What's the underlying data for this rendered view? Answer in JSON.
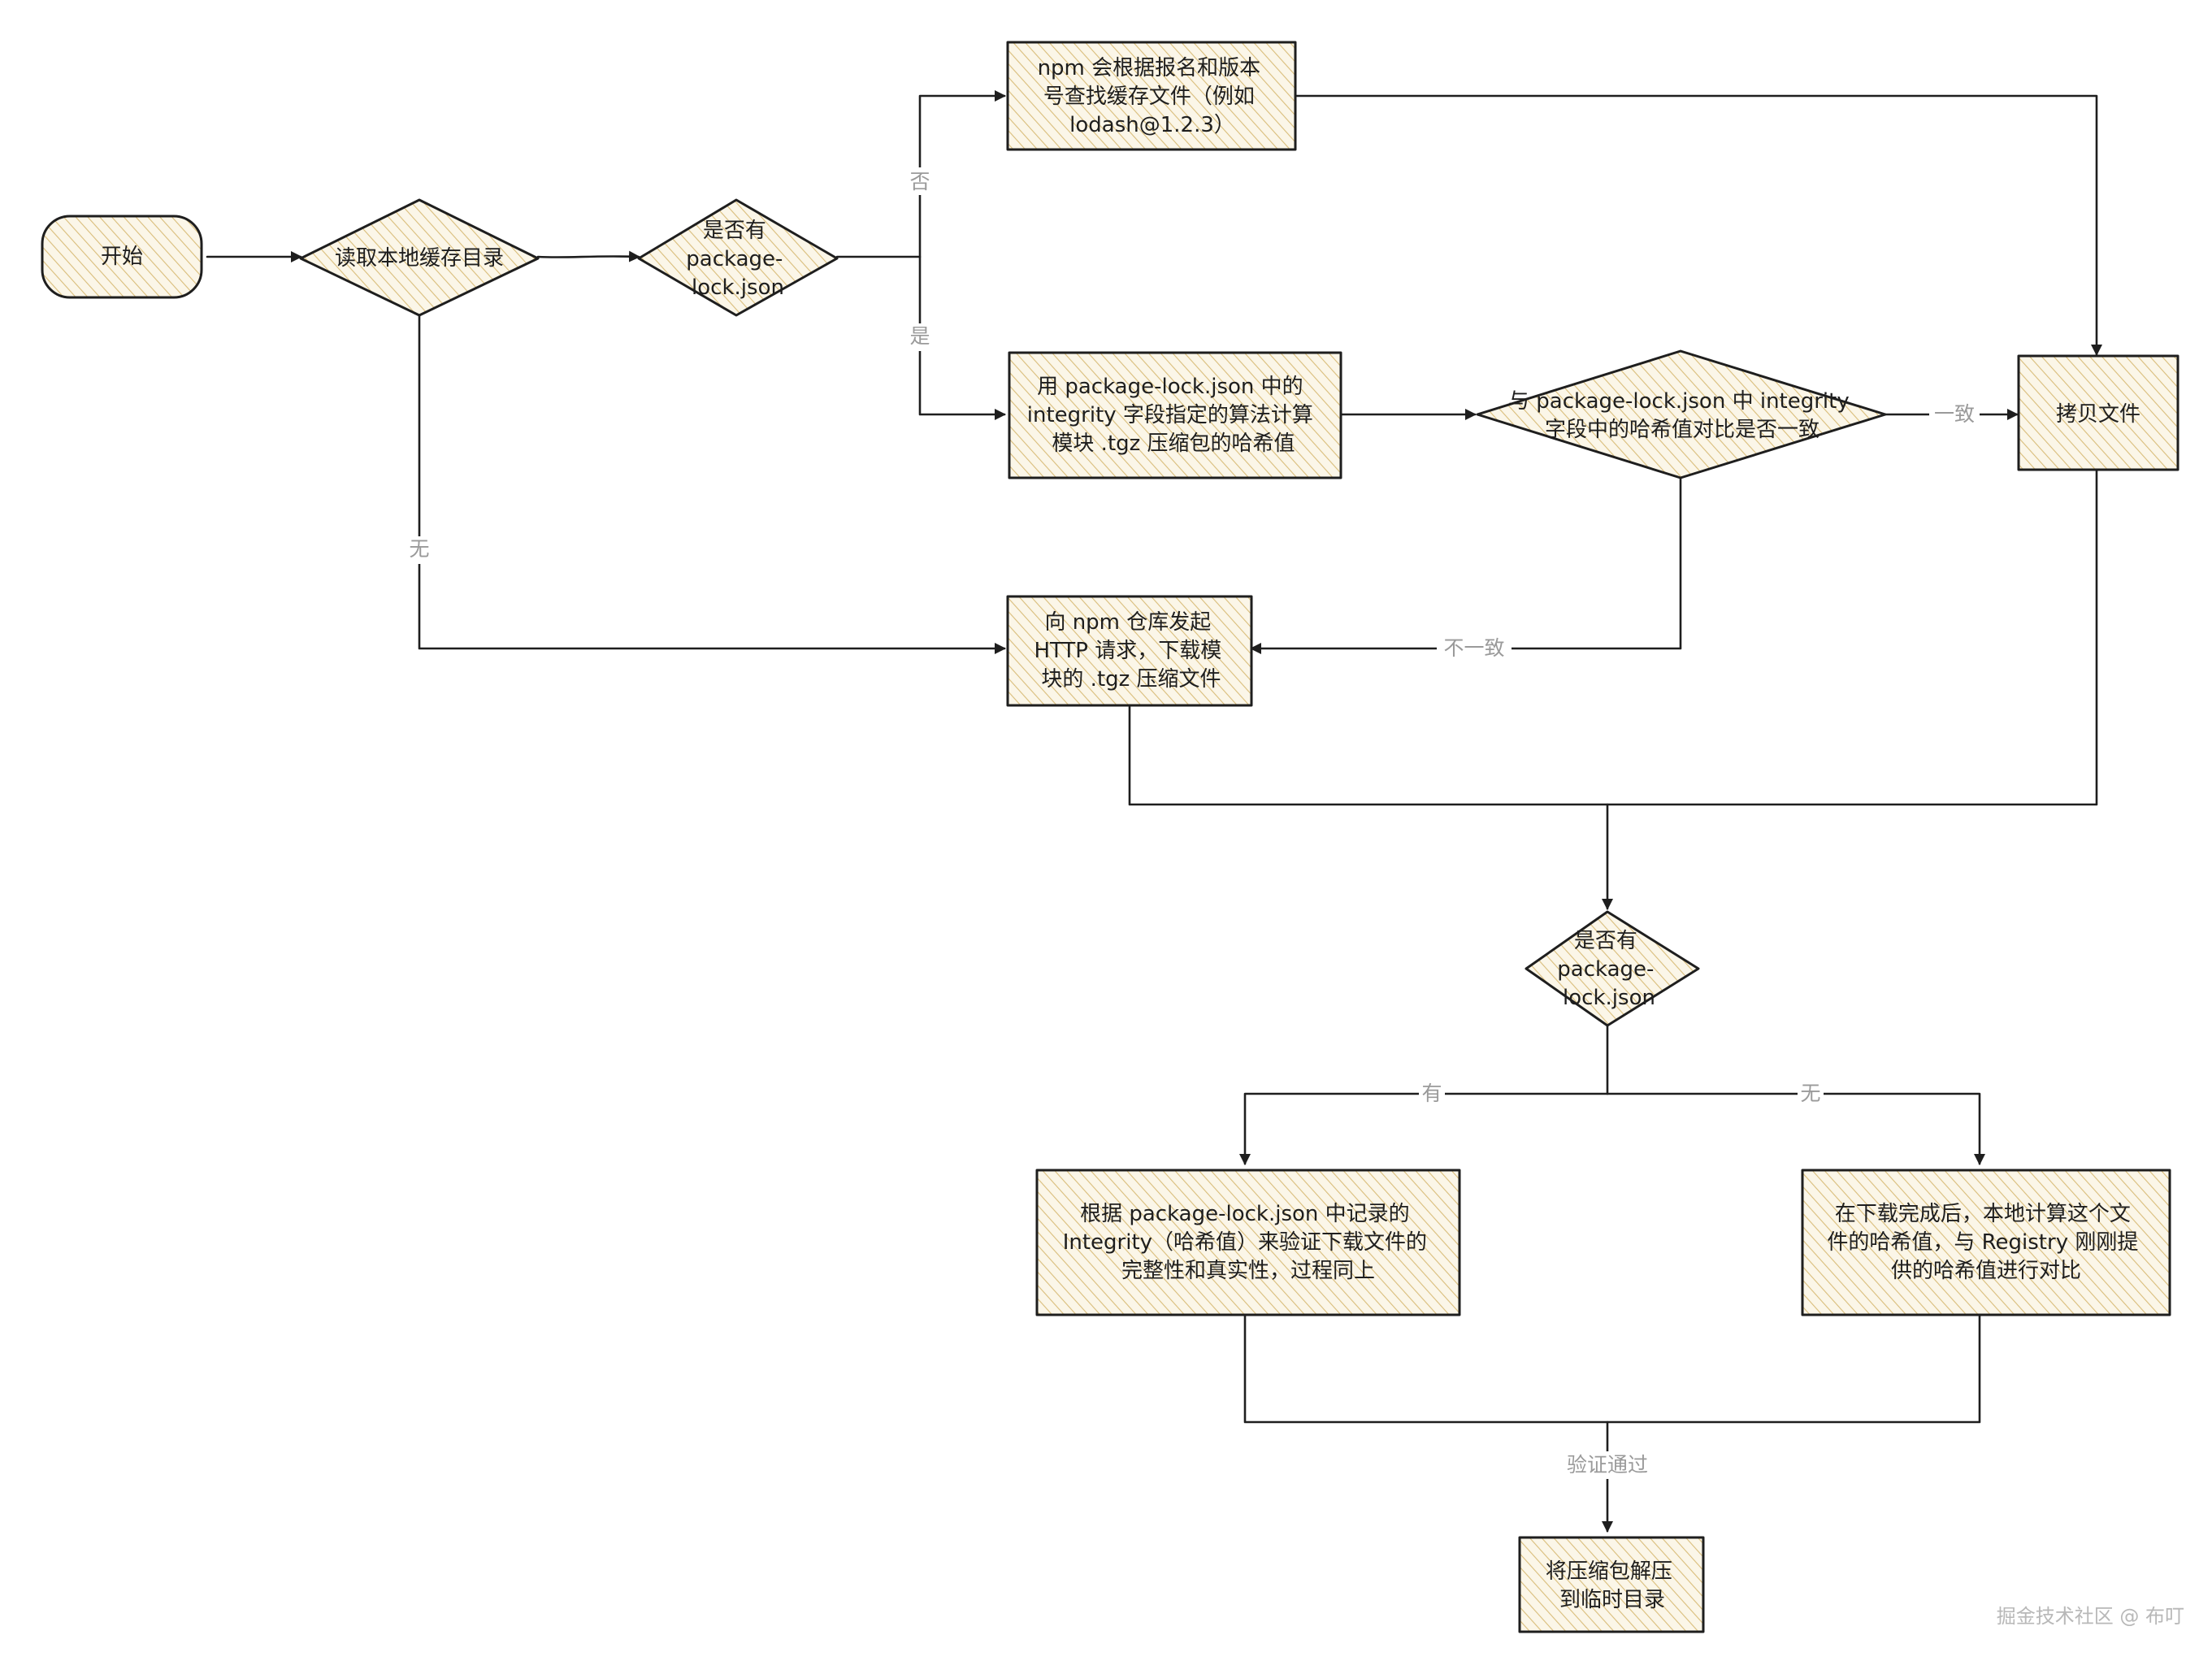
{
  "diagram": {
    "nodes": [
      {
        "id": "start",
        "lines": [
          "开始"
        ]
      },
      {
        "id": "read_cache",
        "lines": [
          "读取本地缓存目录"
        ]
      },
      {
        "id": "has_lock_1",
        "lines": [
          "是否有",
          "package-",
          "lock.json"
        ]
      },
      {
        "id": "find_cache",
        "lines": [
          "npm 会根据报名和版本",
          "号查找缓存文件（例如",
          "lodash@1.2.3）"
        ]
      },
      {
        "id": "compute_hash",
        "lines": [
          "用 package-lock.json 中的",
          "integrity 字段指定的算法计算",
          "模块 .tgz 压缩包的哈希值"
        ]
      },
      {
        "id": "compare_hash",
        "lines": [
          "与 package-lock.json 中 integrity",
          "字段中的哈希值对比是否一致"
        ]
      },
      {
        "id": "copy_file",
        "lines": [
          "拷贝文件"
        ]
      },
      {
        "id": "http_request",
        "lines": [
          "向 npm 仓库发起",
          "HTTP 请求，下载模",
          "块的 .tgz 压缩文件"
        ]
      },
      {
        "id": "has_lock_2",
        "lines": [
          "是否有",
          "package-",
          "lock.json"
        ]
      },
      {
        "id": "verify_lock",
        "lines": [
          "根据 package-lock.json 中记录的",
          "Integrity（哈希值）来验证下载文件的",
          "完整性和真实性，过程同上"
        ]
      },
      {
        "id": "verify_registry",
        "lines": [
          "在下载完成后，本地计算这个文",
          "件的哈希值，与 Registry 刚刚提",
          "供的哈希值进行对比"
        ]
      },
      {
        "id": "extract",
        "lines": [
          "将压缩包解压",
          "到临时目录"
        ]
      }
    ],
    "edge_labels": {
      "no_to_cache": "否",
      "yes_to_hash": "是",
      "none_to_http": "无",
      "consistent": "一致",
      "inconsistent": "不一致",
      "has": "有",
      "none": "无",
      "verified": "验证通过"
    }
  },
  "watermark": "掘金技术社区 @ 布叮",
  "colors": {
    "stroke": "#1e1e1e",
    "hatch": "#c9a44c",
    "fill": "#fbf6e8",
    "label": "#9a9a9a"
  }
}
